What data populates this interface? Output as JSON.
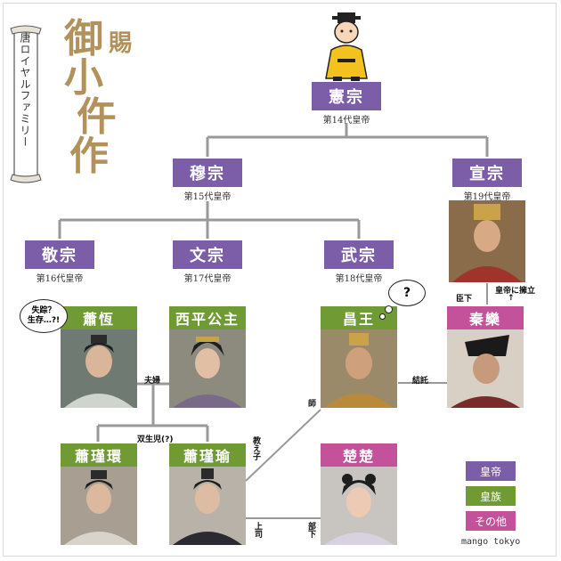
{
  "title": {
    "scroll_text": "唐ロイヤルファミリー",
    "logo": [
      "御",
      "賜",
      "小",
      "仵",
      "作"
    ]
  },
  "nodes": {
    "xianzong": {
      "name": "憲宗",
      "sub": "第14代皇帝"
    },
    "muzong": {
      "name": "穆宗",
      "sub": "第15代皇帝"
    },
    "xuanzong": {
      "name": "宣宗",
      "sub": "第19代皇帝"
    },
    "jingzong": {
      "name": "敬宗",
      "sub": "第16代皇帝"
    },
    "wenzong": {
      "name": "文宗",
      "sub": "第17代皇帝"
    },
    "wuzong": {
      "name": "武宗",
      "sub": "第18代皇帝"
    },
    "xiaoheng": {
      "name": "蕭恆"
    },
    "xiping": {
      "name": "西平公主"
    },
    "changwang": {
      "name": "昌王"
    },
    "qinluan": {
      "name": "秦欒"
    },
    "xiaojinhuan": {
      "name": "蕭瑾環"
    },
    "xiaojinyu": {
      "name": "蕭瑾瑜"
    },
    "chuchu": {
      "name": "楚楚"
    }
  },
  "bubbles": {
    "xiaoheng": {
      "line1": "失踪？",
      "line2": "生存…?!"
    },
    "changwang": {
      "text": "?"
    }
  },
  "relations": {
    "couple": "夫婦",
    "twins": "双生児(?)",
    "teacher": "教え子",
    "master": "師",
    "boss": "上司",
    "subordinate": "部下",
    "collusion": "結託",
    "retainer": "臣下",
    "enthroned": "皇帝に擁立",
    "arrow": "↑"
  },
  "legend": {
    "emperor": "皇帝",
    "royal": "皇族",
    "other": "その他",
    "credit": "mango tokyo"
  },
  "colors": {
    "emperor": "#7b5ea7",
    "royal": "#6f9a34",
    "other": "#c3529b",
    "line": "#999999"
  }
}
